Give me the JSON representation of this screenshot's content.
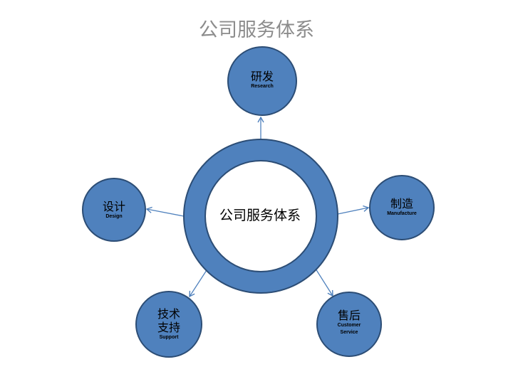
{
  "title": "公司服务体系",
  "center": {
    "label": "公司服务体系"
  },
  "nodes": [
    {
      "id": "research",
      "cn_lines": [
        "研发"
      ],
      "en_lines": [
        "Research"
      ]
    },
    {
      "id": "manufacture",
      "cn_lines": [
        "制造"
      ],
      "en_lines": [
        "Manufacture"
      ]
    },
    {
      "id": "after-sales",
      "cn_lines": [
        "售后"
      ],
      "en_lines": [
        "Customer",
        "Service"
      ]
    },
    {
      "id": "support",
      "cn_lines": [
        "技术",
        "支持"
      ],
      "en_lines": [
        "Support"
      ]
    },
    {
      "id": "design",
      "cn_lines": [
        "设计"
      ],
      "en_lines": [
        "Design"
      ]
    }
  ],
  "colors": {
    "node_fill": "#4f81bd",
    "node_stroke": "#2c4d75",
    "arrow": "#4f81bd",
    "title": "#8c8c8c"
  }
}
